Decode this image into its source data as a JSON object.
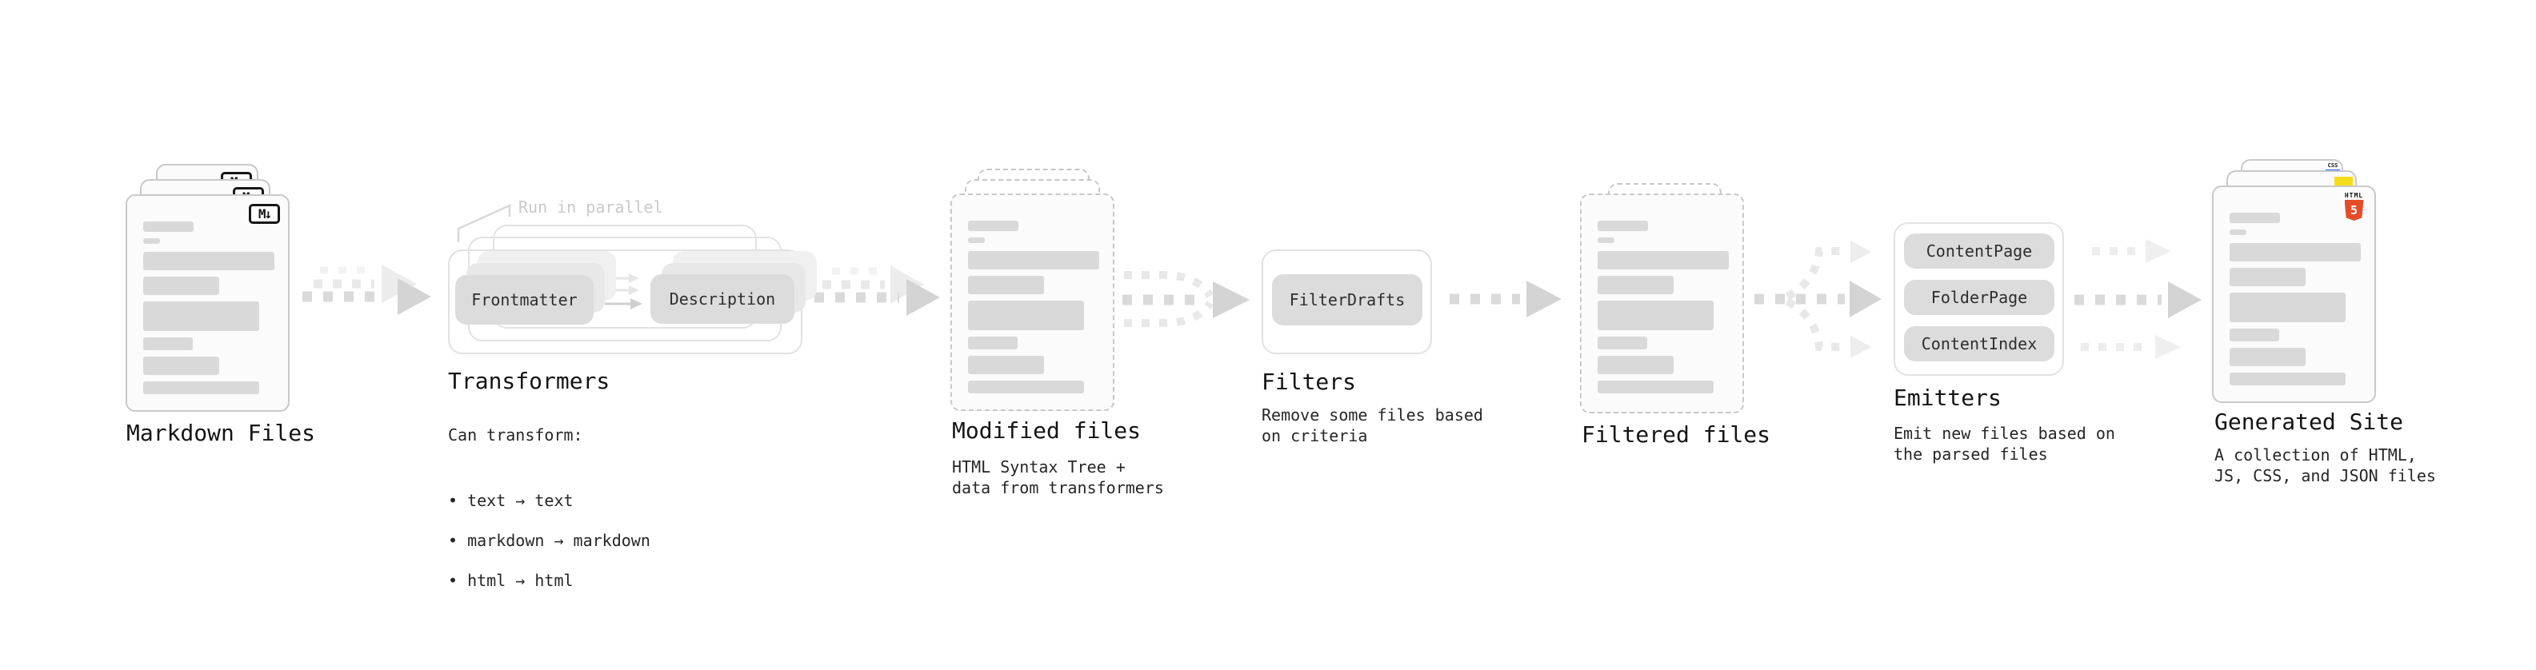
{
  "colors": {
    "arrow_main": "#d4d4d4",
    "arrow_ghost": "#ececec",
    "bars": "#d9d9d9",
    "pill_bg": "#dcdcdc",
    "heading_text": "#141414",
    "annotation_text": "#c9c9c9",
    "html5_badge": "#e44d26",
    "js_badge": "#f5de19",
    "css_badge": "#2965f1"
  },
  "stages": {
    "markdown_files": {
      "label": "Markdown Files",
      "badge": "M↓"
    },
    "transformers": {
      "annotation": "Run in parallel",
      "pill_frontmatter": "Frontmatter",
      "pill_description": "Description",
      "label": "Transformers",
      "description": "Can transform:",
      "bullets": [
        "• text → text",
        "• markdown → markdown",
        "• html → html"
      ]
    },
    "modified_files": {
      "label": "Modified files",
      "description": "HTML Syntax Tree +\ndata from transformers"
    },
    "filters": {
      "pill": "FilterDrafts",
      "label": "Filters",
      "description": "Remove some files based\non criteria"
    },
    "filtered_files": {
      "label": "Filtered files"
    },
    "emitters": {
      "pills": [
        "ContentPage",
        "FolderPage",
        "ContentIndex"
      ],
      "label": "Emitters",
      "description": "Emit new files based on\nthe parsed files"
    },
    "generated_site": {
      "label": "Generated Site",
      "description": "A collection of HTML,\nJS, CSS, and JSON files",
      "badge_html_label": "HTML",
      "badge_html_number": "5",
      "badge_css": "CSS"
    }
  }
}
